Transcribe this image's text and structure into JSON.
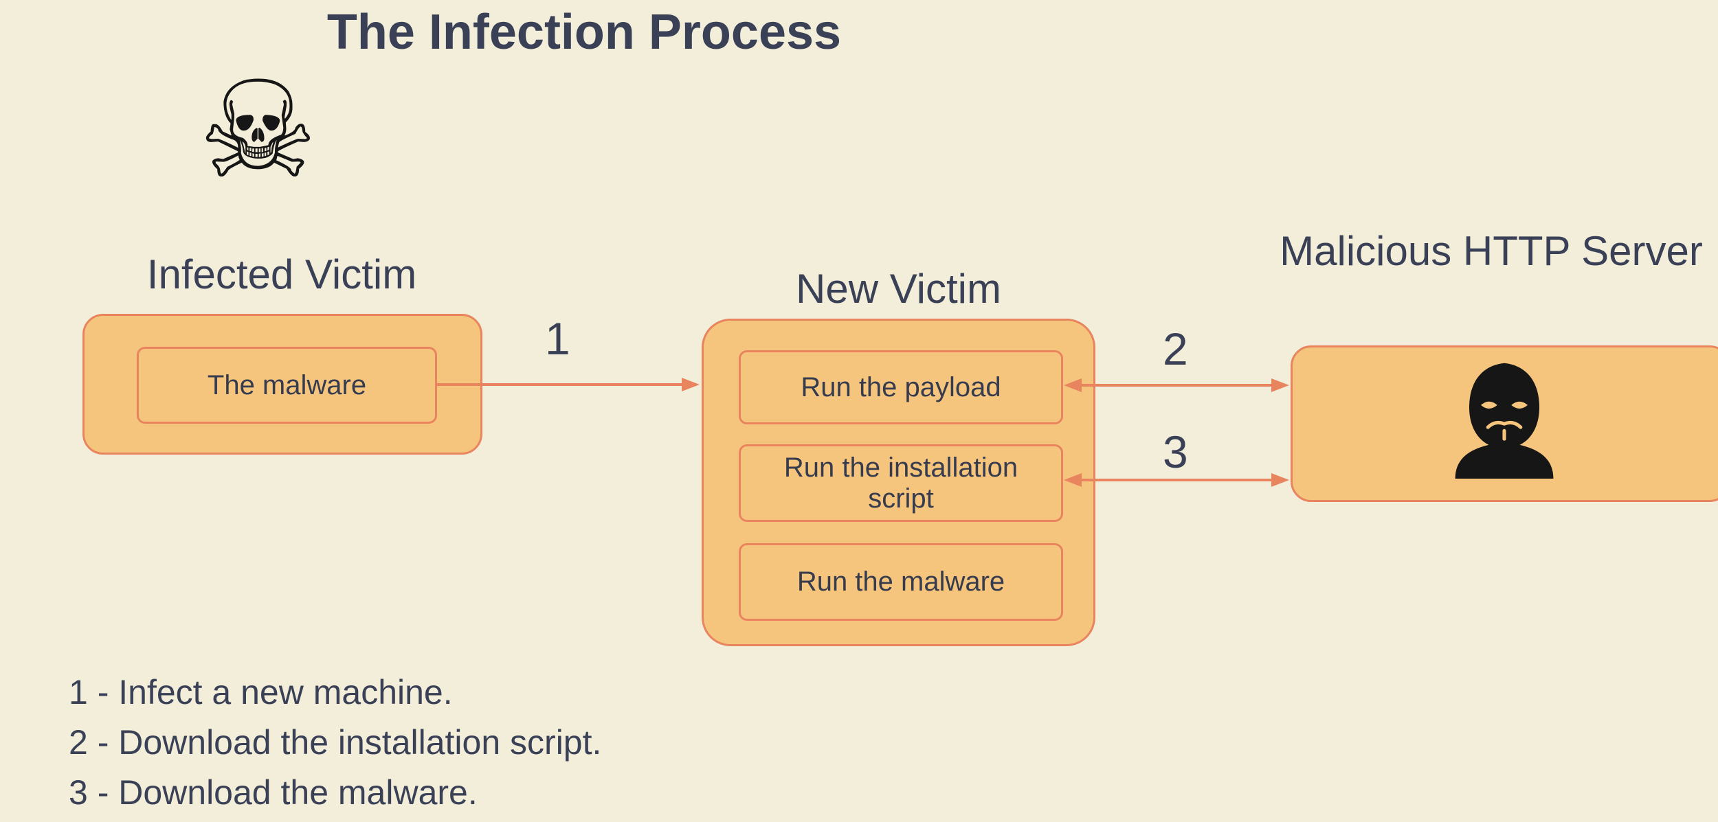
{
  "title": "The Infection Process",
  "colors": {
    "background": "#F3EEDA",
    "box_fill": "#F5C57E",
    "box_border": "#E8845E",
    "arrow": "#E8845E",
    "text": "#3A4157",
    "icon": "#161616"
  },
  "icons": {
    "skull_glyph": "☠",
    "skull_name": "skull-crossbones",
    "hacker_name": "anonymous-hacker"
  },
  "nodes": {
    "infected_victim": {
      "label": "Infected Victim",
      "children": [
        {
          "label": "The malware"
        }
      ]
    },
    "new_victim": {
      "label": "New Victim",
      "children": [
        {
          "label": "Run the payload"
        },
        {
          "label": "Run the installation script"
        },
        {
          "label": "Run the malware"
        }
      ]
    },
    "server": {
      "label": "Malicious HTTP Server"
    }
  },
  "arrows": [
    {
      "label": "1",
      "from": "The malware",
      "to": "New Victim",
      "direction": "right"
    },
    {
      "label": "2",
      "from": "Malicious HTTP Server",
      "to": "Run the payload",
      "direction": "both"
    },
    {
      "label": "3",
      "from": "Malicious HTTP Server",
      "to": "Run the installation script",
      "direction": "both"
    }
  ],
  "legend": [
    "1 - Infect a new machine.",
    "2 - Download the installation script.",
    "3 - Download the malware."
  ]
}
